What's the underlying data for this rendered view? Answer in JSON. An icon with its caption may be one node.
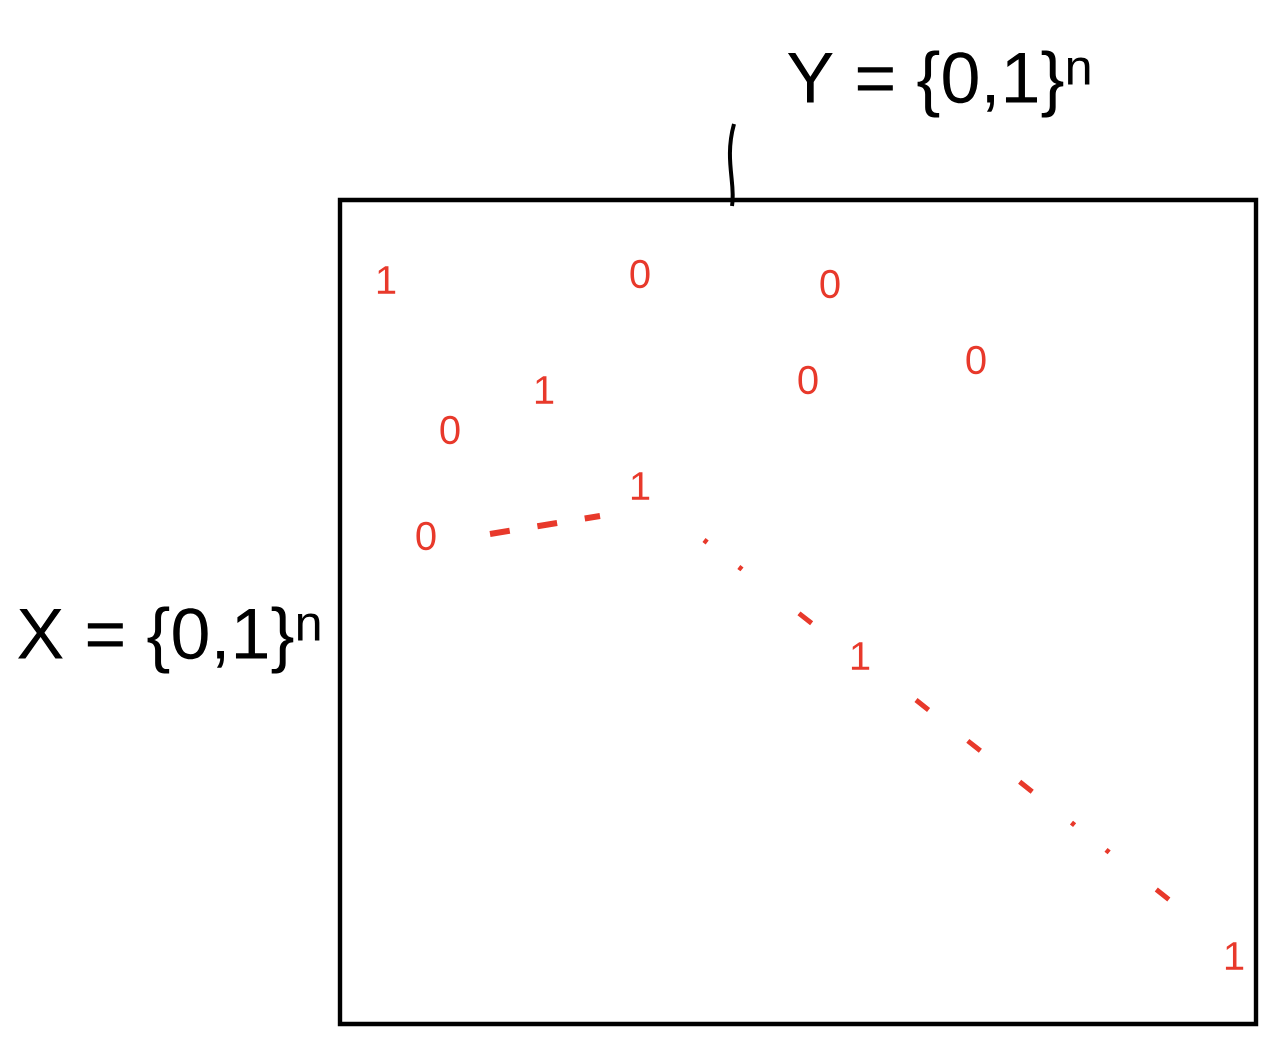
{
  "diagram": {
    "nodes": [
      {
        "text": [],
        "shape": "box",
        "beside": [
          "Y = {0,1}$^{n}$",
          "X = {0,1}$^{n}$"
        ]
      }
    ],
    "edges": [],
    "labels": [
      "1",
      "0",
      "0",
      "0",
      "0",
      "1",
      "0",
      "1",
      "0",
      "1",
      "1"
    ]
  }
}
